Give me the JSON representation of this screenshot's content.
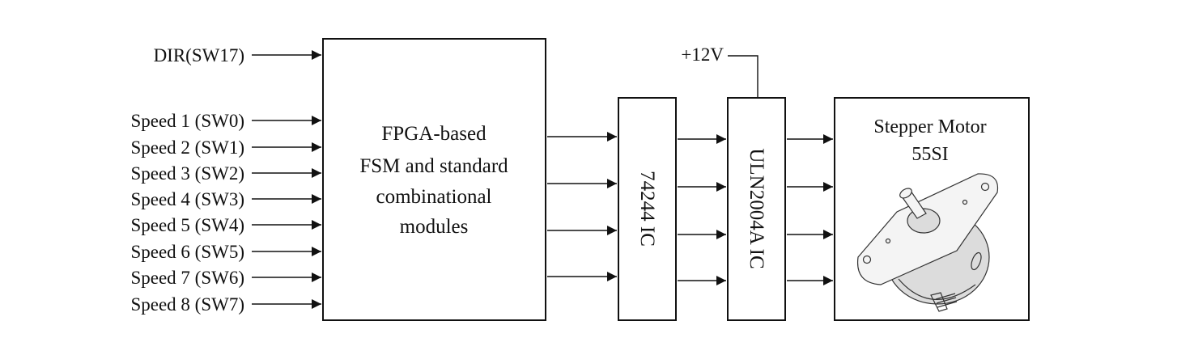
{
  "inputs": {
    "dir": "DIR(SW17)",
    "speeds": [
      "Speed 1 (SW0)",
      "Speed 2 (SW1)",
      "Speed 3 (SW2)",
      "Speed 4 (SW3)",
      "Speed 5 (SW4)",
      "Speed 6 (SW5)",
      "Speed 7 (SW6)",
      "Speed 8 (SW7)"
    ]
  },
  "fpga_block": {
    "lines": [
      "FPGA-based",
      "FSM and standard",
      "combinational",
      "modules"
    ]
  },
  "buffer_block": {
    "label": "74244  IC"
  },
  "driver_block": {
    "label": "ULN2004A  IC",
    "supply": "+12V"
  },
  "motor_block": {
    "lines": [
      "Stepper Motor",
      "55SI"
    ]
  }
}
